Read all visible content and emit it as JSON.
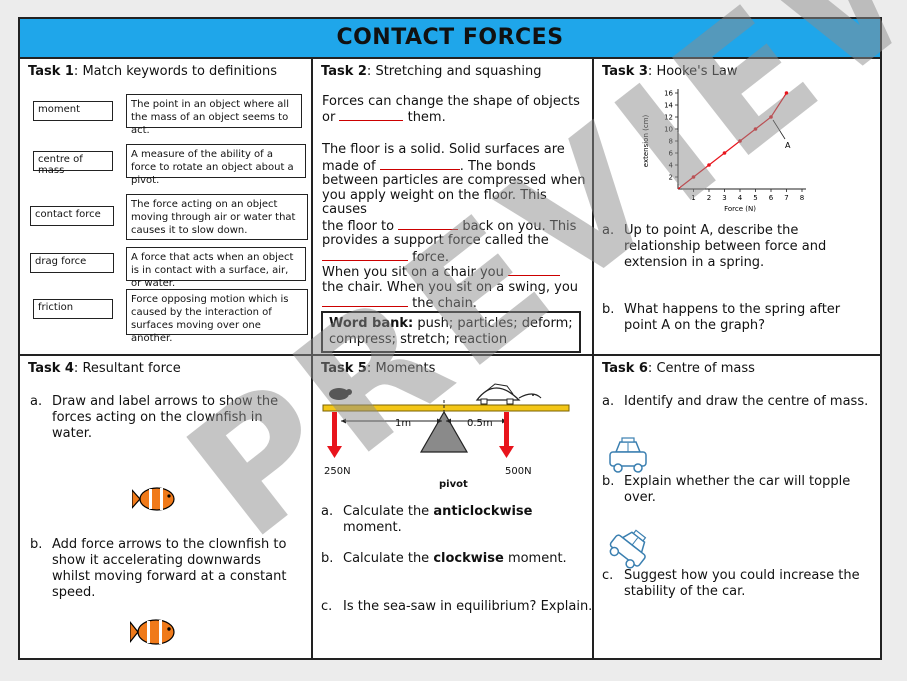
{
  "title": "CONTACT FORCES",
  "task1": {
    "label": "Task 1",
    "heading": "Match keywords to definitions",
    "keywords": [
      "moment",
      "centre of mass",
      "contact force",
      "drag force",
      "friction"
    ],
    "definitions": [
      "The point in an object where all the mass of an object seems to act.",
      "A measure of the ability of a force to rotate an object about a pivot.",
      "The force acting on an object moving through air or water that causes it to slow down.",
      "A force that acts when an object is in contact with a surface, air, or water.",
      "Force opposing motion which is caused by the interaction of surfaces moving over one another."
    ]
  },
  "task2": {
    "label": "Task 2",
    "heading": "Stretching and squashing",
    "p1a": "Forces can change the shape of objects",
    "p1b": "or",
    "p1c": "them.",
    "p2": [
      "The floor is a solid. Solid surfaces are",
      "made of",
      ". The bonds",
      "between particles are compressed when",
      "you apply weight on the floor. This causes",
      "the floor to",
      "back on you. This",
      "provides a support force called the"
    ],
    "p2_end": "force.",
    "p3a": "When you sit on a chair you",
    "p3b": "the chair. When you sit on a swing, you",
    "p3c": "the chain.",
    "wordbank_label": "Word bank:",
    "wordbank_text": "push; particles; deform; compress; stretch; reaction"
  },
  "task3": {
    "label": "Task 3",
    "heading": "Hooke's Law",
    "y_axis_label": "extension (cm)",
    "x_axis_label": "Force (N)",
    "point_label": "A",
    "qa_letter": "a.",
    "qa": "Up to point A, describe the relationship between force and extension in a spring.",
    "qb_letter": "b.",
    "qb": "What happens to the spring after point A on the graph?"
  },
  "chart_data": {
    "type": "line",
    "x": [
      0,
      1,
      2,
      3,
      4,
      5,
      6,
      7
    ],
    "y": [
      0,
      2,
      4,
      6,
      8,
      10,
      12,
      16
    ],
    "xlabel": "Force (N)",
    "ylabel": "extension (cm)",
    "xlim": [
      0,
      8
    ],
    "ylim": [
      0,
      16
    ],
    "xticks": [
      "1",
      "2",
      "3",
      "4",
      "5",
      "6",
      "7",
      "8"
    ],
    "yticks": [
      "2",
      "4",
      "6",
      "8",
      "10",
      "12",
      "14",
      "16"
    ],
    "annotation": "A",
    "grid": false,
    "color": "#e8141c"
  },
  "task4": {
    "label": "Task 4",
    "heading": "Resultant force",
    "qa_letter": "a.",
    "qa": "Draw and label arrows to show the forces acting on the clownfish in water.",
    "qb_letter": "b.",
    "qb": "Add force arrows to the clownfish to show it accelerating downwards whilst moving forward at a constant speed."
  },
  "task5": {
    "label": "Task 5",
    "heading": "Moments",
    "dist_left": "1m",
    "dist_right": "0.5m",
    "force_left": "250N",
    "force_right": "500N",
    "pivot": "pivot",
    "qa_letter": "a.",
    "qa_pre": "Calculate the",
    "qa_bold": "anticlockwise",
    "qa_post": "moment.",
    "qb_letter": "b.",
    "qb_pre": "Calculate the",
    "qb_bold": "clockwise",
    "qb_post": "moment.",
    "qc_letter": "c.",
    "qc": "Is the sea-saw in equilibrium? Explain."
  },
  "task6": {
    "label": "Task 6",
    "heading": "Centre of mass",
    "qa_letter": "a.",
    "qa": "Identify and draw the centre of mass.",
    "qb_letter": "b.",
    "qb": "Explain whether the car will topple over.",
    "qc_letter": "c.",
    "qc": "Suggest how you could increase the stability of the car."
  },
  "watermark": "PREVIEW",
  "colors": {
    "title_bar": "#1fa6ea",
    "arrow_red": "#e8141c",
    "seesaw_yellow": "#f3c617",
    "fish_orange": "#f07a1a"
  }
}
